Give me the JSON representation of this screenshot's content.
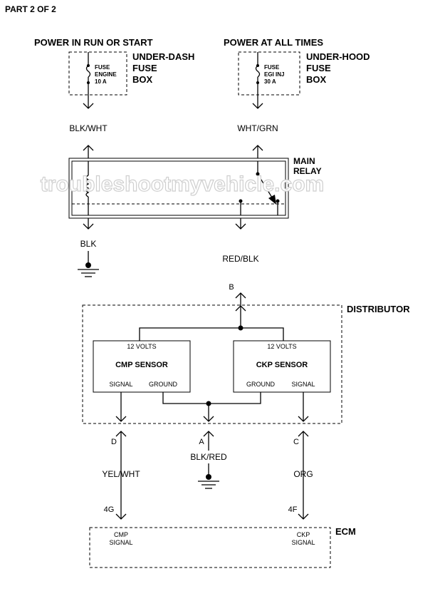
{
  "header": {
    "page_label": "PART 2 OF 2"
  },
  "watermark": "troubleshootmyvehicle.com",
  "left_power": {
    "heading": "POWER IN RUN OR START",
    "fuse_line1": "FUSE",
    "fuse_line2": "ENGINE",
    "fuse_line3": "10 A",
    "box_line1": "UNDER-DASH",
    "box_line2": "FUSE",
    "box_line3": "BOX",
    "wire": "BLK/WHT"
  },
  "right_power": {
    "heading": "POWER AT ALL TIMES",
    "fuse_line1": "FUSE",
    "fuse_line2": "EGI INJ",
    "fuse_line3": "30 A",
    "box_line1": "UNDER-HOOD",
    "box_line2": "FUSE",
    "box_line3": "BOX",
    "wire": "WHT/GRN"
  },
  "relay": {
    "label_line1": "MAIN",
    "label_line2": "RELAY"
  },
  "relay_ground_wire": "BLK",
  "relay_output_wire": "RED/BLK",
  "distributor": {
    "label": "DISTRIBUTOR",
    "connector_b": "B",
    "cmp": {
      "volts": "12 VOLTS",
      "name": "CMP SENSOR",
      "signal": "SIGNAL",
      "ground": "GROUND"
    },
    "ckp": {
      "volts": "12 VOLTS",
      "name": "CKP SENSOR",
      "ground": "GROUND",
      "signal": "SIGNAL"
    }
  },
  "connectors": {
    "d": "D",
    "a": "A",
    "c": "C",
    "cmp_wire": "YEL/WHT",
    "ground_wire": "BLK/RED",
    "ckp_wire": "ORG",
    "pin_4g": "4G",
    "pin_4f": "4F"
  },
  "ecm": {
    "label": "ECM",
    "cmp_line1": "CMP",
    "cmp_line2": "SIGNAL",
    "ckp_line1": "CKP",
    "ckp_line2": "SIGNAL"
  }
}
